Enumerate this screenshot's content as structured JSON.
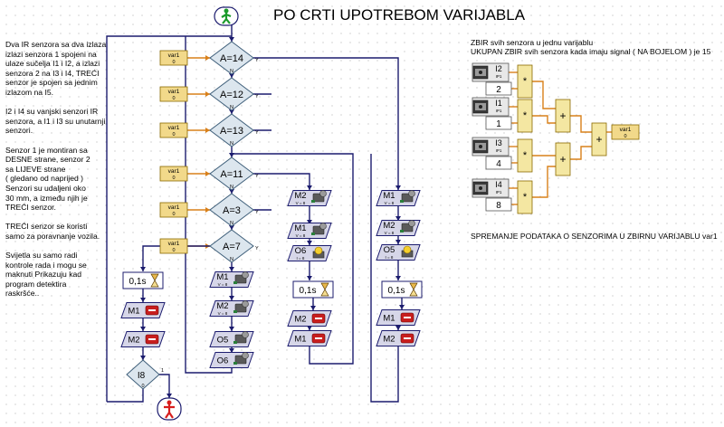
{
  "program": {
    "title": "PO CRTI UPOTREBOM VARIJABLA",
    "notes_left": "Dva IR senzora sa dva izlaza\nizlazi senzora 1 spojeni na\nulaze sučelja I1 i I2, a izlazi\nsenzora 2 na I3 i I4, TREĆI\nsenzor je spojen sa jednim\nizlazom na I5.\n\nI2 i I4 su vanjski senzori IR\nsenzora, a I1 i I3 su unutarnji\nsenzori.\n\nSenzor 1 je montiran sa\nDESNE strane, senzor 2\nsa LIJEVE strane\n( gledano od naprijed )\nSenzori su udaljeni oko\n30 mm, a između njih je\nTREĆI senzor.\n\nTREĆI senzor se koristi\nsamo za poravnanje vozila.\n\nSvijetla su samo radi\nkontrole rada i mogu se\nmaknuti Prikazuju kad\nprogram detektira\nraskršće..",
    "notes_right_1": "ZBIR svih senzora u jednu varijablu",
    "notes_right_2": "UKUPAN ZBIR svih senzora kada imaju signal ( NA BOJELOM ) je 15",
    "notes_right_3": "SPREMANJE PODATAKA O SENZORIMA U ZBIRNU VARIJABLU var1"
  },
  "labels": {
    "var_name": "var1",
    "var_zero": "0",
    "yes": "Y",
    "no": "N",
    "one": "1",
    "zero": "0",
    "speed8": "V = 8",
    "delay": "0,1s",
    "ip1": "IP1",
    "i_eq_8": "I = 8"
  },
  "conditions": [
    "A=14",
    "A=12",
    "A=13",
    "A=11",
    "A=3",
    "A=7"
  ],
  "motors": {
    "m1": "M1",
    "m2": "M2",
    "o5": "O5",
    "o6": "O6"
  },
  "input_check": "I8",
  "sensors": [
    {
      "name": "I2",
      "value": "2"
    },
    {
      "name": "I1",
      "value": "1"
    },
    {
      "name": "I3",
      "value": "4"
    },
    {
      "name": "I4",
      "value": "8"
    }
  ],
  "colors": {
    "line": "#1c1c6e",
    "decision_fill": "#dce6ee",
    "decision_stroke": "#3f5f7a",
    "cmd_fill": "#d6d6e8",
    "var_fill": "#f2d98a",
    "op_fill": "#f4e7a2",
    "start": "#1a9a2a",
    "stop": "#d81e1e",
    "wire": "#d9801a"
  },
  "icons": {
    "start": "green-walking-man-icon",
    "stop": "red-standing-man-icon",
    "motor": "gear-motor-icon",
    "lamp": "lamp-icon",
    "timer": "hourglass-icon",
    "stop_motor": "red-stop-icon",
    "sensor": "ir-sensor-icon"
  }
}
